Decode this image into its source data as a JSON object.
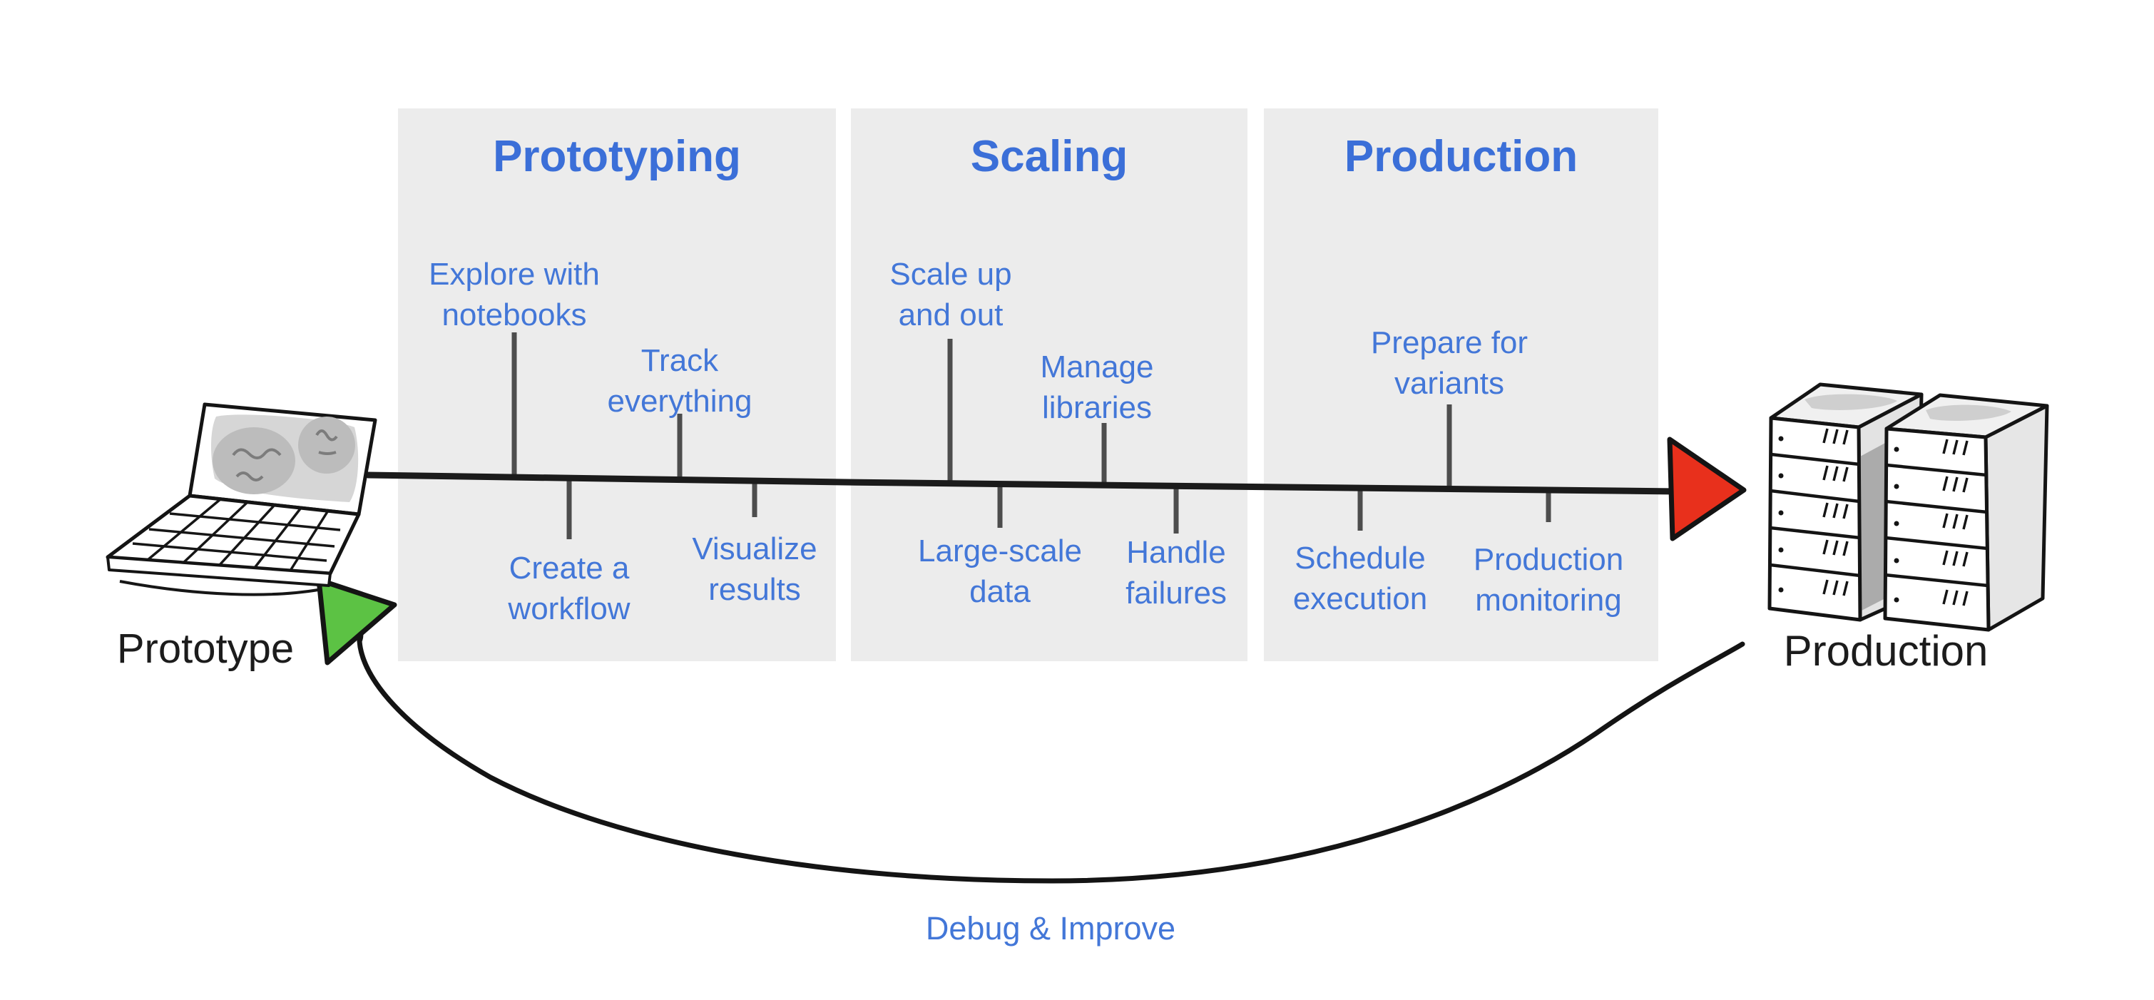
{
  "diagram": {
    "start": {
      "label": "Prototype"
    },
    "end": {
      "label": "Production"
    },
    "feedback": {
      "label": "Debug & Improve"
    },
    "phases": [
      {
        "title": "Prototyping",
        "milestones": [
          {
            "lines": [
              "Explore with",
              "notebooks"
            ],
            "position": "above"
          },
          {
            "lines": [
              "Create a",
              "workflow"
            ],
            "position": "below"
          },
          {
            "lines": [
              "Track",
              "everything"
            ],
            "position": "above"
          },
          {
            "lines": [
              "Visualize",
              "results"
            ],
            "position": "below"
          }
        ]
      },
      {
        "title": "Scaling",
        "milestones": [
          {
            "lines": [
              "Scale up",
              "and out"
            ],
            "position": "above"
          },
          {
            "lines": [
              "Large-scale",
              "data"
            ],
            "position": "below"
          },
          {
            "lines": [
              "Manage",
              "libraries"
            ],
            "position": "above"
          },
          {
            "lines": [
              "Handle",
              "failures"
            ],
            "position": "below"
          }
        ]
      },
      {
        "title": "Production",
        "milestones": [
          {
            "lines": [
              "Prepare for",
              "variants"
            ],
            "position": "above"
          },
          {
            "lines": [
              "Schedule",
              "execution"
            ],
            "position": "below"
          },
          {
            "lines": [
              "Production",
              "monitoring"
            ],
            "position": "below"
          }
        ]
      }
    ],
    "colors": {
      "accent_blue": "#3b6fd8",
      "label_blue": "#4377d8",
      "panel_gray": "#ececec",
      "tick_gray": "#4d4d4d",
      "line_black": "#1b1b1b",
      "arrow_green": "#5cc244",
      "arrow_red": "#e8301c",
      "text_black": "#1c1c1c"
    }
  }
}
